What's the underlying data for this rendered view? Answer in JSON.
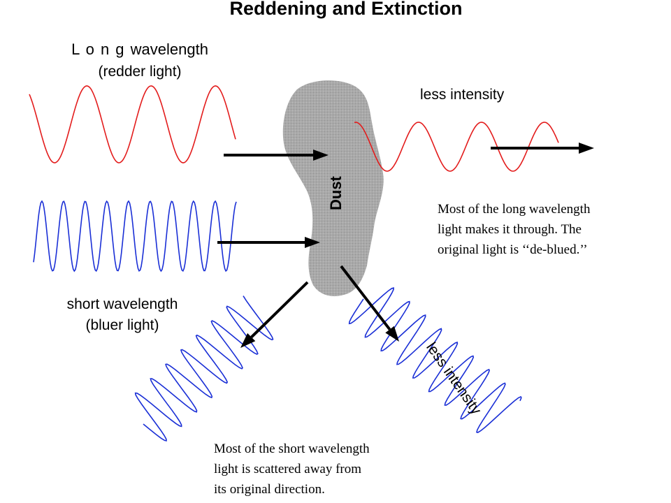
{
  "title": "Reddening and Extinction",
  "labels": {
    "long_wavelength": "L o n g  wavelength",
    "redder_light": "(redder light)",
    "short_wavelength": "short wavelength",
    "bluer_light": "(bluer light)",
    "less_intensity_right": "less intensity",
    "less_intensity_diagonal": "less intensity",
    "dust": "Dust"
  },
  "notes": {
    "transmitted": [
      "Most of the long wavelength",
      "light makes it through.  The",
      "original light is ‘‘de-blued.’’"
    ],
    "scattered": [
      "Most of the short wavelength",
      "light is scattered away from",
      "its original direction."
    ]
  },
  "colors": {
    "red_wave": "#e31c1c",
    "blue_wave": "#1a2fd6",
    "dust_cloud": "#a9a9a9",
    "arrow": "#000000"
  },
  "icons": {
    "arrow_head": "filled-triangle"
  }
}
